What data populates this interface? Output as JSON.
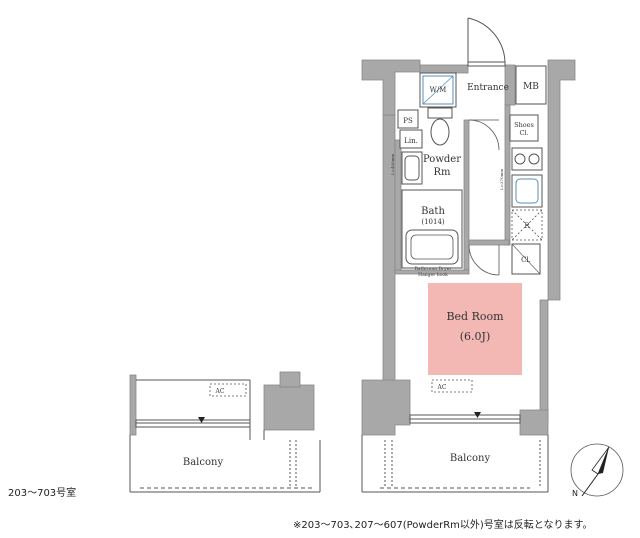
{
  "labels": {
    "entrance": "Entrance",
    "mb": "MB",
    "wm": "W/M",
    "ps": "PS",
    "lin": "Lin.",
    "shoes_line1": "Shoes",
    "shoes_line2": "Cl.",
    "powder_line1": "Powder",
    "powder_line2": "Rm",
    "bath": "Bath",
    "bath_size": "(1014)",
    "hanger_line1": "Bathroom Dryer",
    "hanger_line2": "Hanger hook",
    "r": "R",
    "cl": "Cl.",
    "bedroom": "Bed Room",
    "bedroom_size": "(6.0J)",
    "ac": "AC",
    "balcony": "Balcony",
    "balcony_inset": "Balcony",
    "ac_inset": "AC",
    "wall_note_left": "L=400mm",
    "wall_note_right": "L=370mm"
  },
  "notes": {
    "room_range": "203〜703号室",
    "reverse_note": "※203〜703､207〜607(PowderRm以外)号室は反転となります。"
  },
  "colors": {
    "wall": "#a8a8a8",
    "wall_dark": "#8f8f8f",
    "line": "#555555",
    "bedroom_fill": "#f3b8b4",
    "fixture_blue": "#5a8fb8"
  },
  "icons": [
    "north-arrow-icon",
    "door-swing-icon"
  ]
}
